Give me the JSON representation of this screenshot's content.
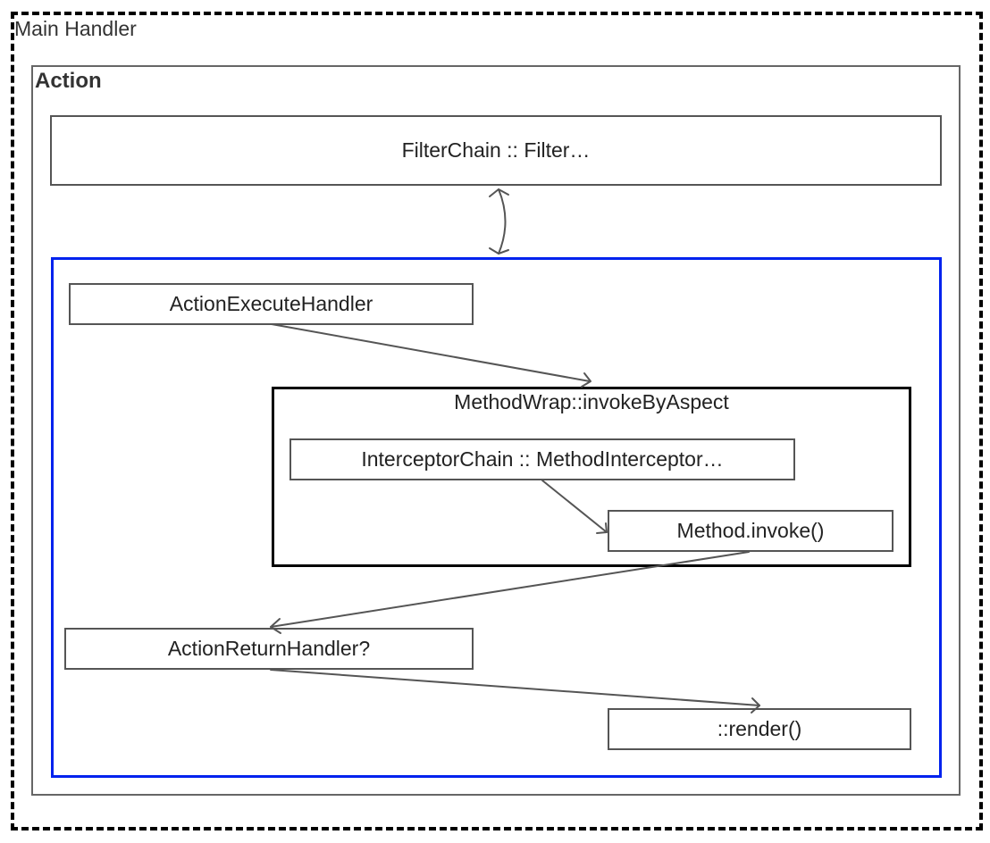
{
  "main_handler": {
    "label": "Main Handler"
  },
  "action": {
    "label": "Action"
  },
  "filter_chain": {
    "label": "FilterChain :: Filter…"
  },
  "action_execute_handler": {
    "label": "ActionExecuteHandler"
  },
  "method_wrap": {
    "label": "MethodWrap::invokeByAspect"
  },
  "interceptor_chain": {
    "label": "InterceptorChain :: MethodInterceptor…"
  },
  "method_invoke": {
    "label": "Method.invoke()"
  },
  "action_return_handler": {
    "label": "ActionReturnHandler?"
  },
  "render": {
    "label": "::render()"
  },
  "colors": {
    "blue_frame": "#0022ee",
    "box_border": "#555555",
    "arrow": "#555555",
    "outer_frame": "#000000"
  }
}
